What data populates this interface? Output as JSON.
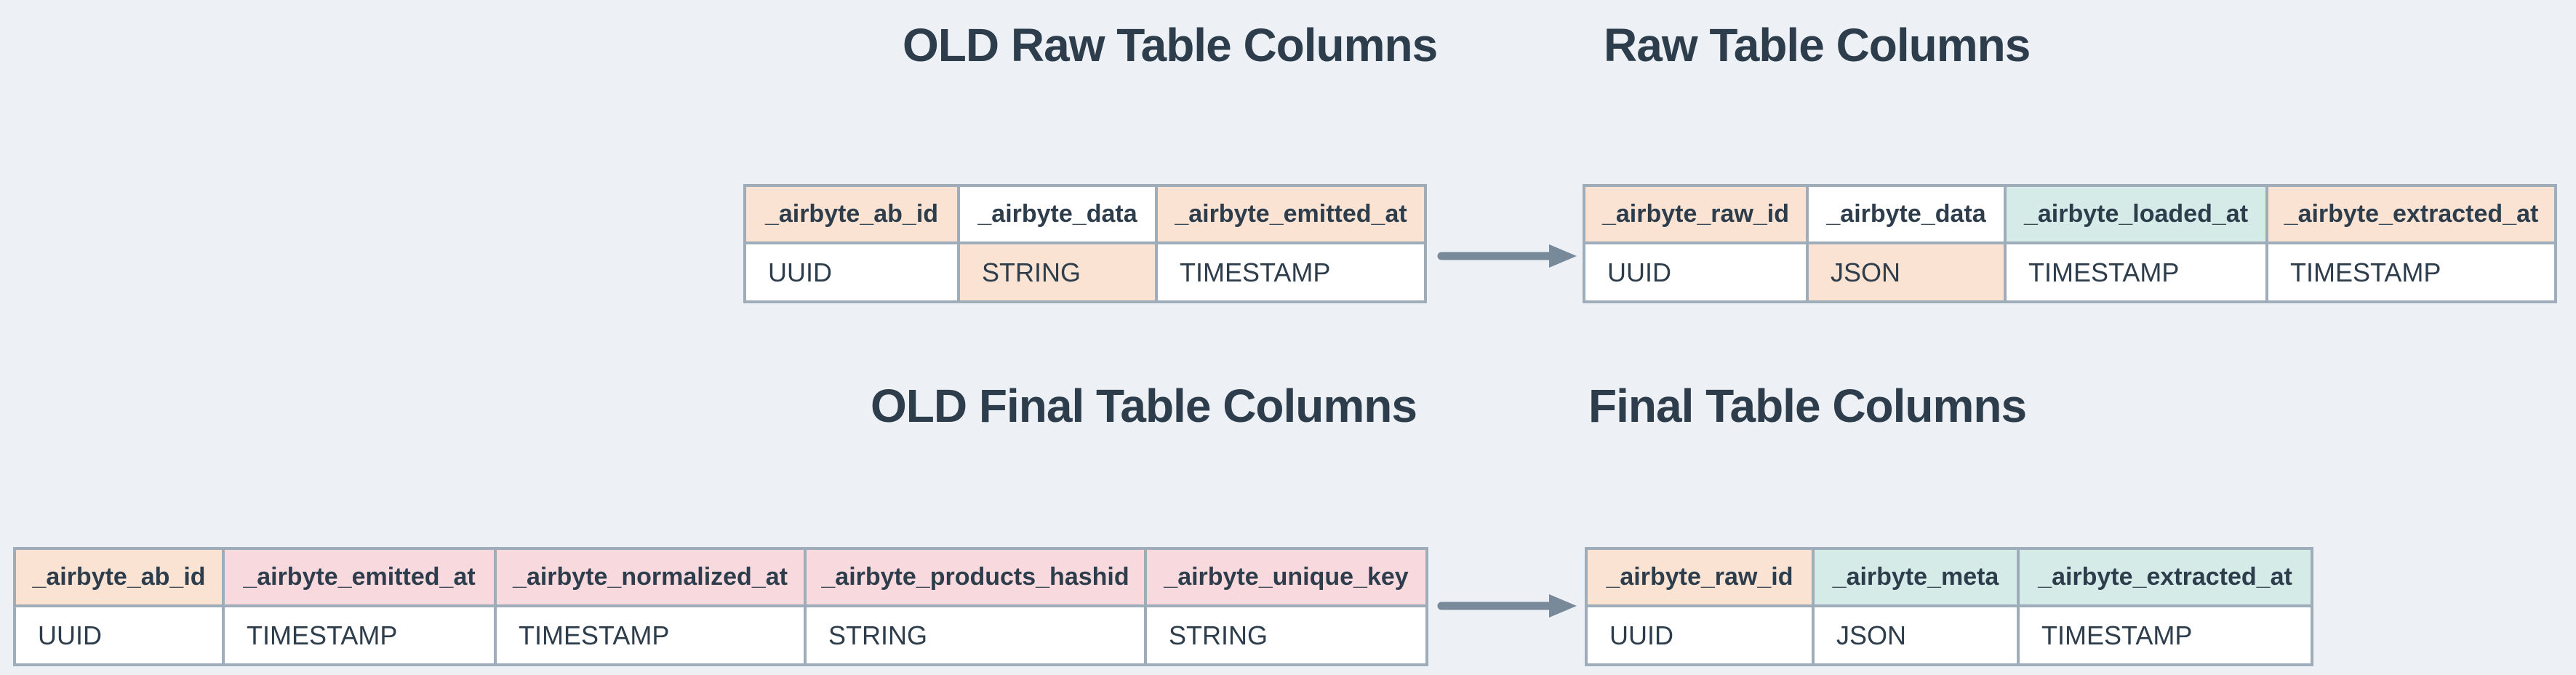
{
  "colors": {
    "background": "#edf1f5",
    "border": "#9fadbb",
    "text": "#2d3d4c",
    "arrow": "#78899a",
    "peach": "#fae3d3",
    "pink": "#f8d9dd",
    "teal": "#d4ebe8",
    "white": "#ffffff"
  },
  "sections": {
    "old_raw": {
      "title": "OLD Raw Table Columns",
      "columns": [
        {
          "name": "_airbyte_ab_id",
          "type": "UUID",
          "name_highlight": "peach",
          "type_highlight": "white"
        },
        {
          "name": "_airbyte_data",
          "type": "STRING",
          "name_highlight": "white",
          "type_highlight": "peach"
        },
        {
          "name": "_airbyte_emitted_at",
          "type": "TIMESTAMP",
          "name_highlight": "peach",
          "type_highlight": "white"
        }
      ]
    },
    "new_raw": {
      "title": "Raw Table Columns",
      "columns": [
        {
          "name": "_airbyte_raw_id",
          "type": "UUID",
          "name_highlight": "peach",
          "type_highlight": "white"
        },
        {
          "name": "_airbyte_data",
          "type": "JSON",
          "name_highlight": "white",
          "type_highlight": "peach"
        },
        {
          "name": "_airbyte_loaded_at",
          "type": "TIMESTAMP",
          "name_highlight": "teal",
          "type_highlight": "white"
        },
        {
          "name": "_airbyte_extracted_at",
          "type": "TIMESTAMP",
          "name_highlight": "peach",
          "type_highlight": "white"
        }
      ]
    },
    "old_final": {
      "title": "OLD Final Table Columns",
      "columns": [
        {
          "name": "_airbyte_ab_id",
          "type": "UUID",
          "name_highlight": "peach",
          "type_highlight": "white"
        },
        {
          "name": "_airbyte_emitted_at",
          "type": "TIMESTAMP",
          "name_highlight": "pink",
          "type_highlight": "white"
        },
        {
          "name": "_airbyte_normalized_at",
          "type": "TIMESTAMP",
          "name_highlight": "pink",
          "type_highlight": "white"
        },
        {
          "name": "_airbyte_products_hashid",
          "type": "STRING",
          "name_highlight": "pink",
          "type_highlight": "white"
        },
        {
          "name": "_airbyte_unique_key",
          "type": "STRING",
          "name_highlight": "pink",
          "type_highlight": "white"
        }
      ]
    },
    "new_final": {
      "title": "Final Table Columns",
      "columns": [
        {
          "name": "_airbyte_raw_id",
          "type": "UUID",
          "name_highlight": "peach",
          "type_highlight": "white"
        },
        {
          "name": "_airbyte_meta",
          "type": "JSON",
          "name_highlight": "teal",
          "type_highlight": "white"
        },
        {
          "name": "_airbyte_extracted_at",
          "type": "TIMESTAMP",
          "name_highlight": "teal",
          "type_highlight": "white"
        }
      ]
    }
  },
  "arrows": [
    {
      "name": "raw-migration-arrow"
    },
    {
      "name": "final-migration-arrow"
    }
  ]
}
